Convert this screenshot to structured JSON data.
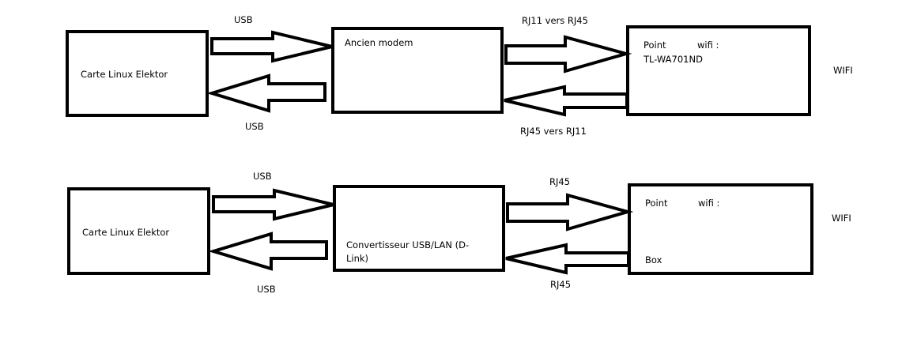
{
  "rows": [
    {
      "source_box": {
        "label": "Carte Linux Elektor"
      },
      "link1_forward": {
        "label": "USB"
      },
      "link1_back": {
        "label": "USB"
      },
      "middle_box": {
        "label": "Ancien modem"
      },
      "link2_forward": {
        "label": "RJ11 vers RJ45"
      },
      "link2_back": {
        "label": "RJ45 vers RJ11"
      },
      "ap_box": {
        "line1_a": "Point",
        "line1_b": "wifi :",
        "line2": "TL-WA701ND"
      },
      "wireless": {
        "label": "WIFI"
      }
    },
    {
      "source_box": {
        "label": "Carte Linux Elektor"
      },
      "link1_forward": {
        "label": "USB"
      },
      "link1_back": {
        "label": "USB"
      },
      "middle_box": {
        "label": "Convertisseur USB/LAN (D-Link)"
      },
      "link2_forward": {
        "label": "RJ45"
      },
      "link2_back": {
        "label": "RJ45"
      },
      "ap_box": {
        "line1_a": "Point",
        "line1_b": "wifi :",
        "line2": "Box"
      },
      "wireless": {
        "label": "WIFI"
      }
    }
  ],
  "colors": {
    "stroke": "#000000",
    "background": "#ffffff"
  }
}
